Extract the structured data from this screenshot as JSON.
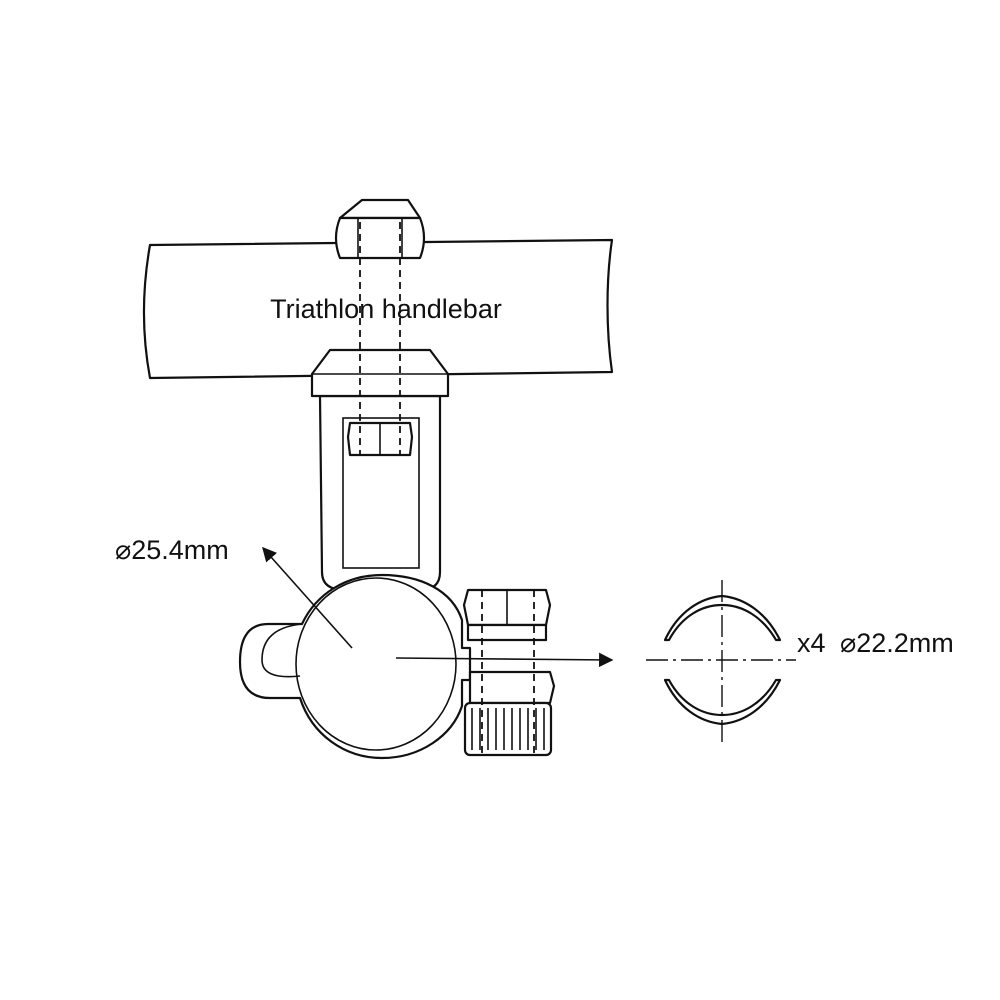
{
  "labels": {
    "handlebar": "Triathlon handlebar",
    "diameter_large": "⌀25.4mm",
    "quantity": "x4",
    "diameter_small": "⌀22.2mm"
  }
}
